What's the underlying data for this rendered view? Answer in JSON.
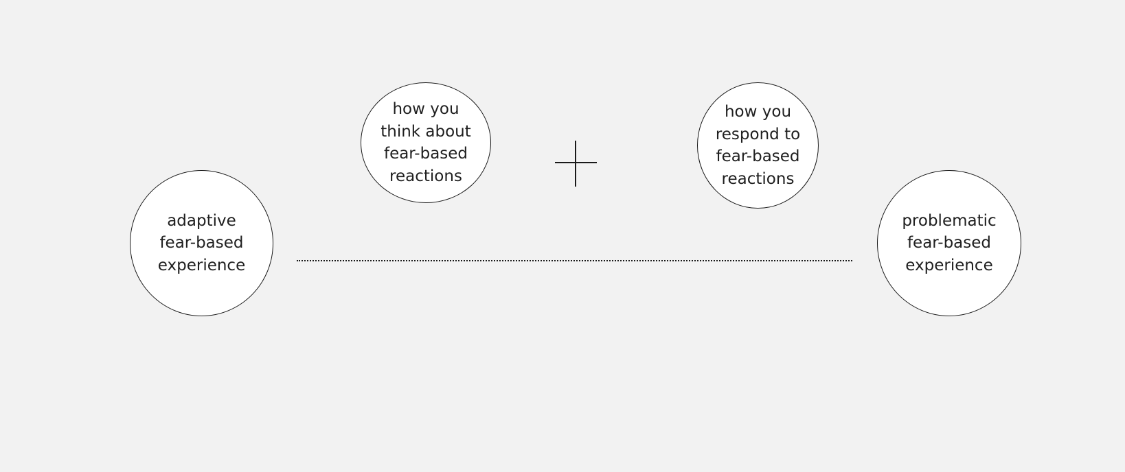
{
  "diagram": {
    "nodes": {
      "adaptive": {
        "label": "adaptive\nfear-based\nexperience"
      },
      "think": {
        "label": "how you\nthink about\nfear-based\nreactions"
      },
      "respond": {
        "label": "how you\nrespond to\nfear-based\nreactions"
      },
      "problematic": {
        "label": "problematic\nfear-based\nexperience"
      }
    },
    "operator": {
      "symbol": "plus",
      "meaning": "combined"
    },
    "connector": {
      "style": "dotted",
      "from": "adaptive",
      "to": "problematic"
    },
    "colors": {
      "background": "#f2f2f2",
      "node_fill": "#ffffff",
      "stroke": "#1a1a1a",
      "text": "#1f1f1f"
    }
  }
}
